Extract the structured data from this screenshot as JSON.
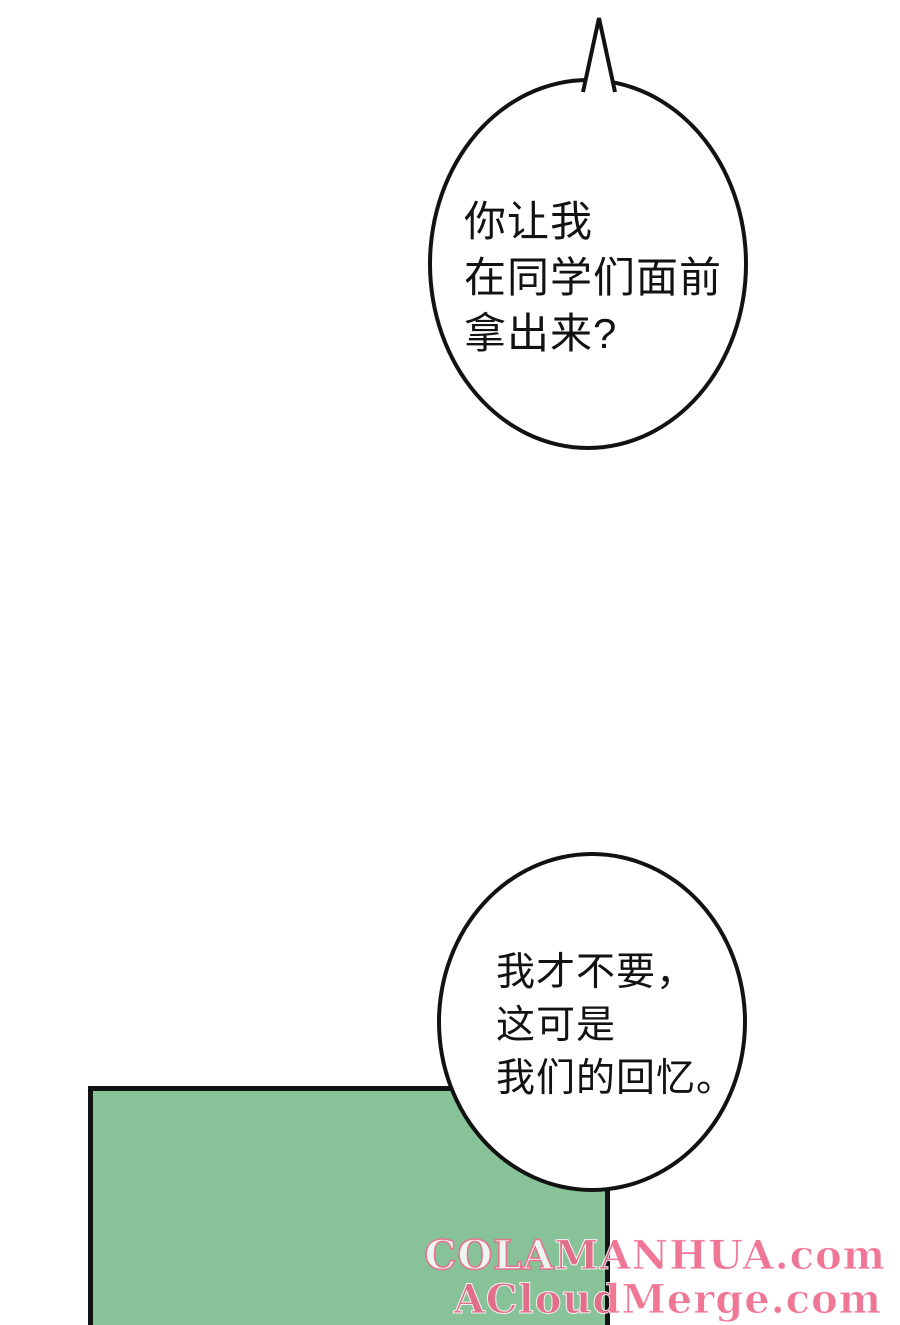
{
  "page": {
    "background": "#ffffff"
  },
  "bubbles": [
    {
      "name": "top-speech-bubble",
      "lines": [
        "你让我",
        "在同学们面前",
        "拿出来?"
      ]
    },
    {
      "name": "bottom-speech-bubble",
      "lines": [
        "我才不要，",
        "这可是",
        "我们的回忆。"
      ]
    }
  ],
  "panel": {
    "fill_color": "#87c298",
    "border_color": "#121212"
  },
  "watermarks": [
    {
      "prefix": "COLA",
      "rest": "MANHUA.com"
    },
    {
      "text": "ACloudMerge.com"
    }
  ],
  "colors": {
    "watermark_pink": "#ee6388",
    "watermark_outline": "#ffffff",
    "line_black": "#121212"
  }
}
